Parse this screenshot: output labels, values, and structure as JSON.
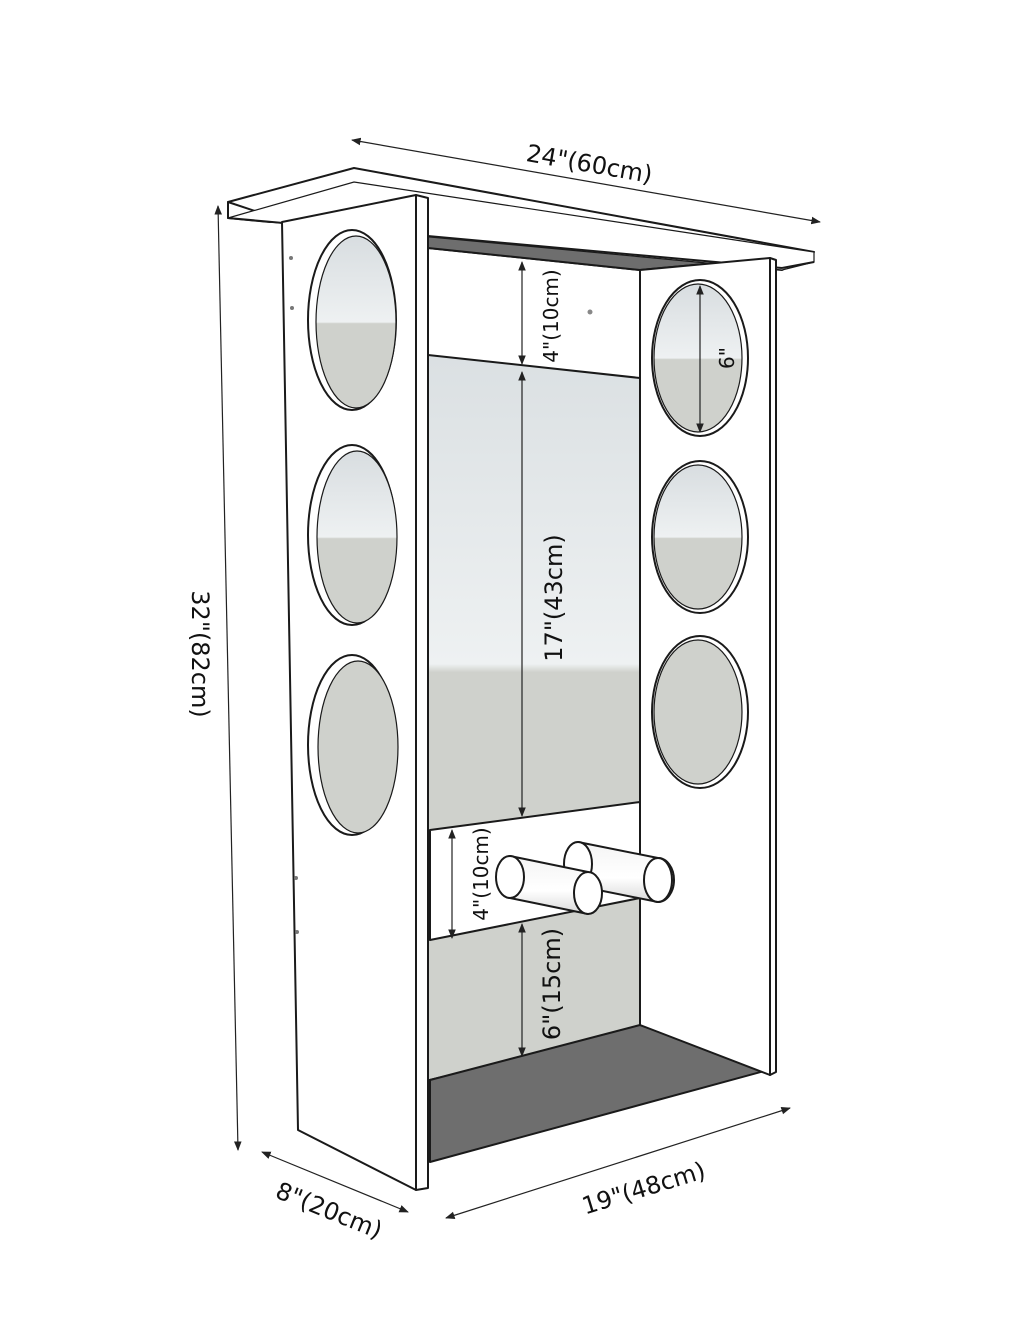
{
  "colors": {
    "panel": "#ffffff",
    "shelf": "#6e6e6e",
    "back_glass_top": "#dde3e6",
    "back_glass_bottom": "#cfd2cd",
    "outline": "#1a1a1a"
  },
  "dimensions": {
    "top_width": "24\"(60cm)",
    "height": "32\"(82cm)",
    "depth": "8\"(20cm)",
    "bottom_width": "19\"(48cm)",
    "upper_rail": "4\"(10cm)",
    "window_height": "17\"(43cm)",
    "lower_rail": "4\"(10cm)",
    "tray_height": "6\"(15cm)",
    "hole_diameter": "6\""
  }
}
